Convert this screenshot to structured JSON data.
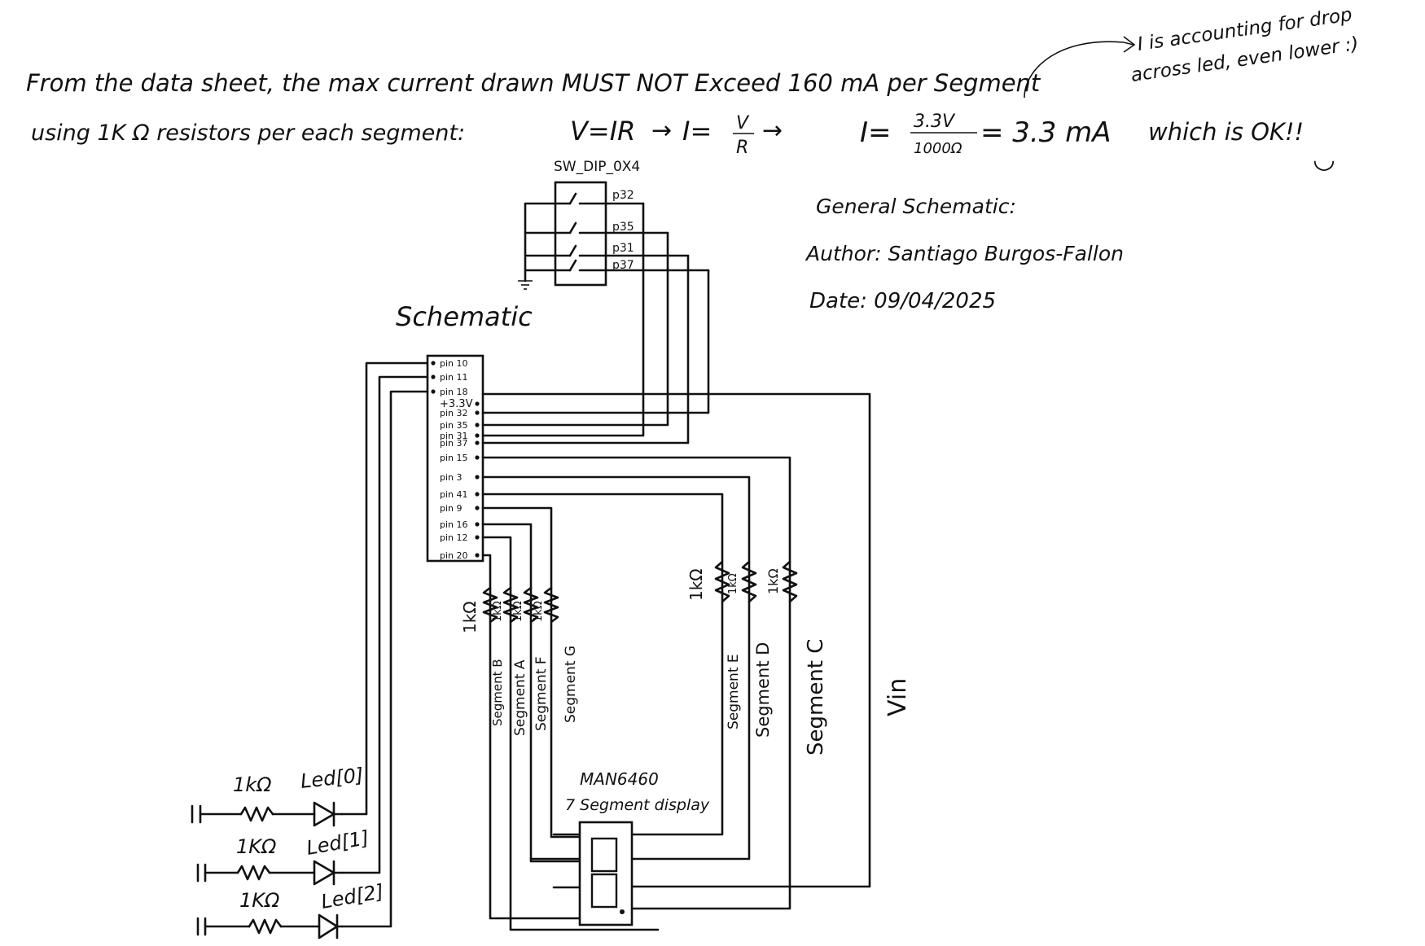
{
  "notes": {
    "line1": "From the data sheet, the max current drawn MUST NOT Exceed 160 mA per Segment",
    "line2_prefix": "using 1K Ω resistors per each segment:",
    "formula_a": "V=IR",
    "formula_b": "I=",
    "frac1_num": "V",
    "frac1_den": "R",
    "formula_c": "I=",
    "frac2_num": "3.3V",
    "frac2_den": "1000Ω",
    "formula_d": "= 3.3 mA",
    "conclusion": "which is OK!!",
    "smile": "◡",
    "side_note_line1": "I is accounting for drop",
    "side_note_line2": "across led, even lower :)"
  },
  "header": {
    "title": "General Schematic:",
    "author": "Author: Santiago Burgos-Fallon",
    "date": "Date: 09/04/2025"
  },
  "schematic_label": "Schematic",
  "dip_switch": {
    "label": "SW_DIP_0X4",
    "pins": [
      "p32",
      "p35",
      "p31",
      "p37"
    ]
  },
  "mcu_pins": [
    "pin 10",
    "pin 11",
    "pin 18",
    "+3.3V",
    "pin 32",
    "pin 35",
    "pin 31",
    "pin 37",
    "pin 15",
    "pin 3",
    "pin 41",
    "pin 9",
    "pin 16",
    "pin 12",
    "pin 20"
  ],
  "resistors": {
    "value": "1kΩ"
  },
  "segments": [
    "Segment B",
    "Segment A",
    "Segment F",
    "Segment G",
    "Segment E",
    "Segment D",
    "Segment C"
  ],
  "vin_label": "Vin",
  "display": {
    "part": "MAN6460",
    "desc": "7 Segment display"
  },
  "leds": [
    {
      "res": "1kΩ",
      "label": "Led[0]"
    },
    {
      "res": "1KΩ",
      "label": "Led[1]"
    },
    {
      "res": "1KΩ",
      "label": "Led[2]"
    }
  ]
}
